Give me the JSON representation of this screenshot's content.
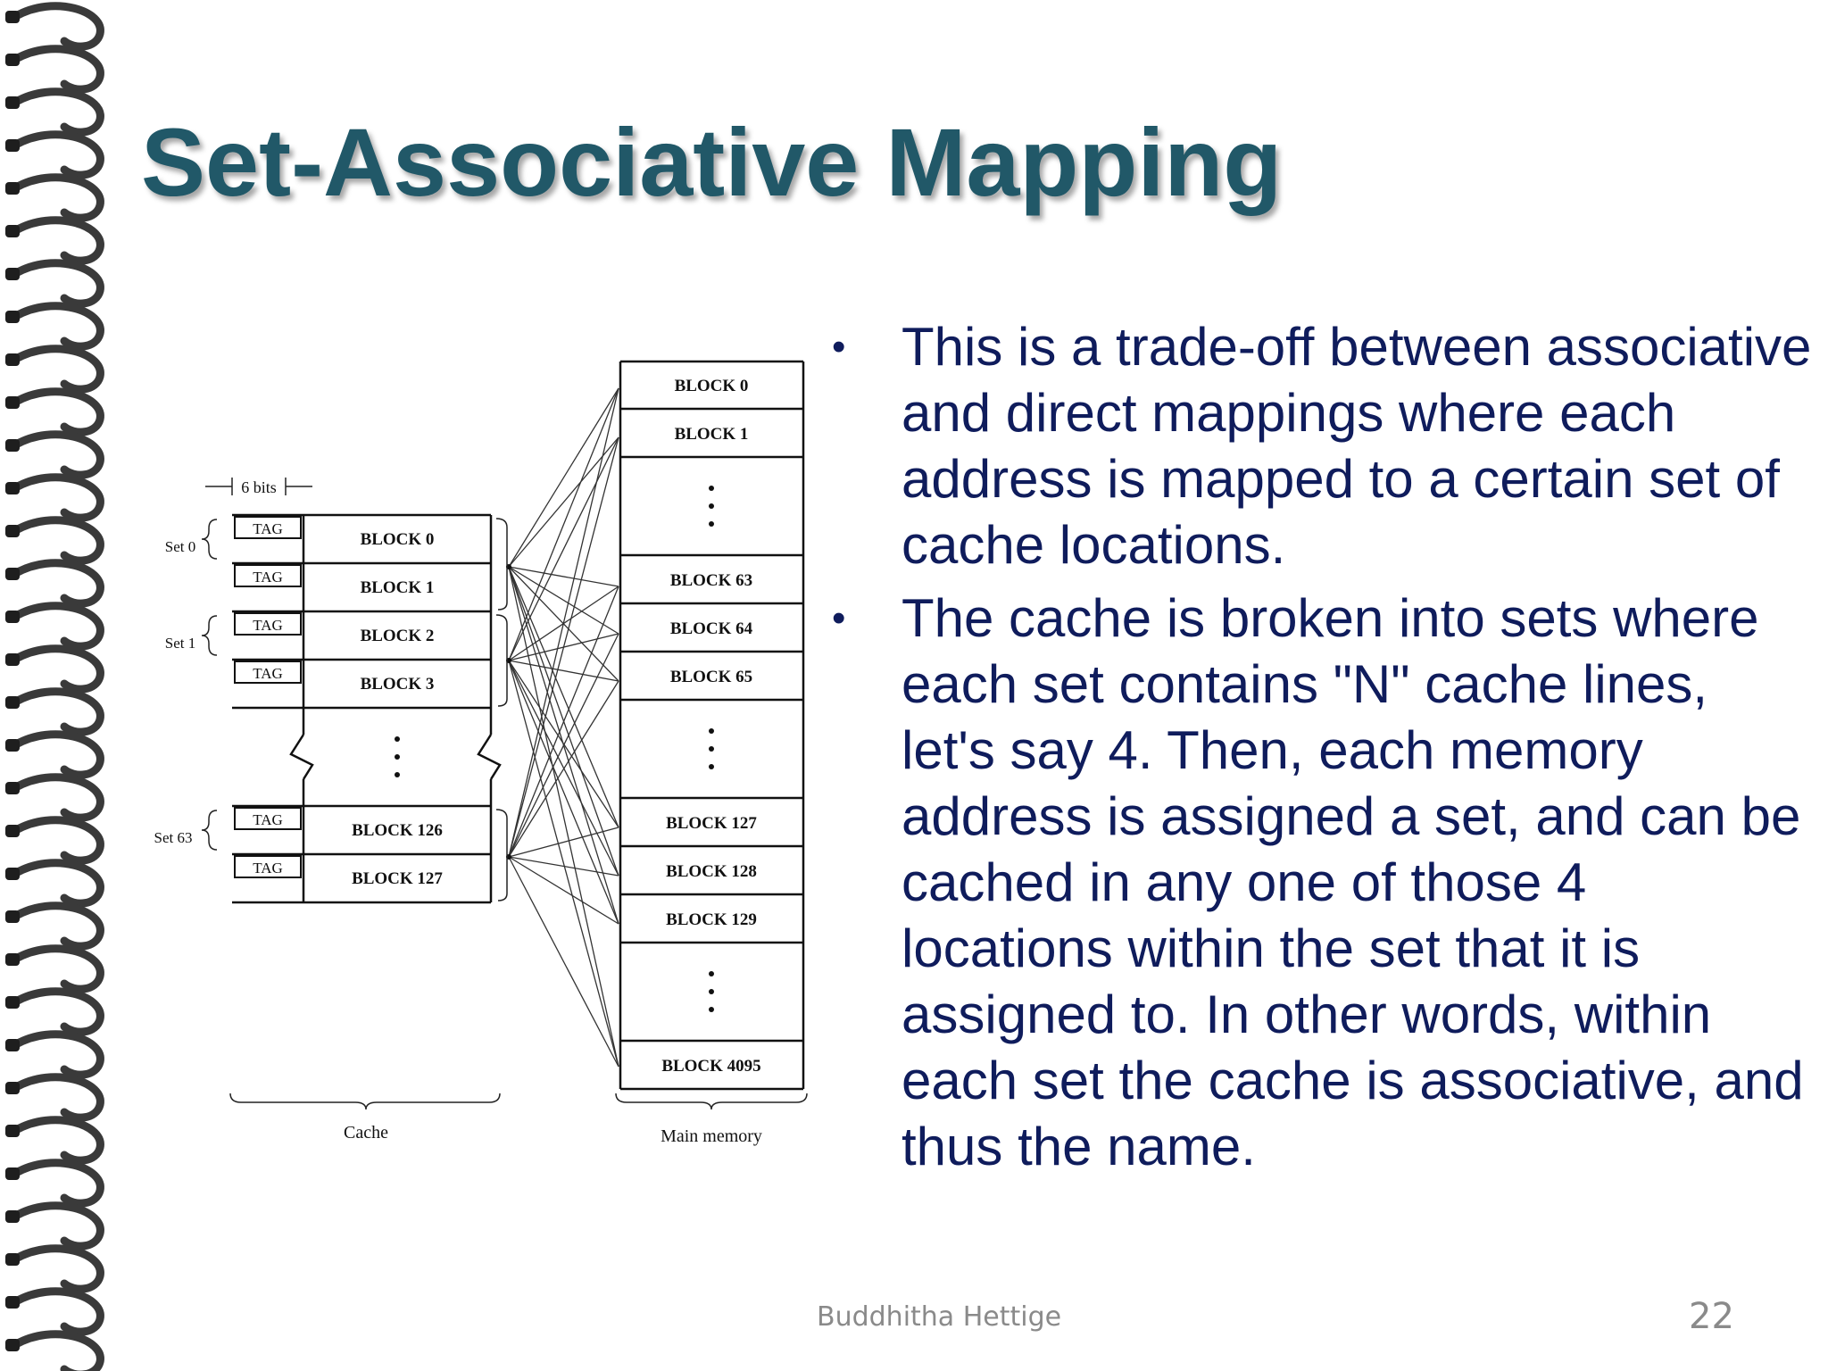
{
  "slide": {
    "title": "Set-Associative Mapping",
    "bullets": [
      "This is a trade-off between associative and direct mappings where each address is mapped to a certain set of cache locations.",
      "The cache is broken into sets where each set contains \"N\" cache lines, let's say 4. Then, each memory address is assigned a set, and can be cached in any one of those 4 locations within the set that it is assigned to. In other words, within each set the cache is associative, and thus the name."
    ],
    "footer": {
      "author": "Buddhitha Hettige",
      "page_number": "22"
    }
  },
  "diagram": {
    "tag_width_label": "6 bits",
    "tag_label": "TAG",
    "set_labels": [
      "Set 0",
      "Set 1",
      "Set 63"
    ],
    "cache_blocks": [
      "BLOCK 0",
      "BLOCK 1",
      "BLOCK 2",
      "BLOCK 3",
      "BLOCK 126",
      "BLOCK 127"
    ],
    "memory_blocks": [
      "BLOCK 0",
      "BLOCK 1",
      "BLOCK 63",
      "BLOCK 64",
      "BLOCK 65",
      "BLOCK 127",
      "BLOCK 128",
      "BLOCK 129",
      "BLOCK 4095"
    ],
    "cache_caption": "Cache",
    "memory_caption": "Main memory"
  },
  "colors": {
    "title": "#215868",
    "body_text": "#0f1c5c",
    "footer": "#8a8a8a"
  }
}
